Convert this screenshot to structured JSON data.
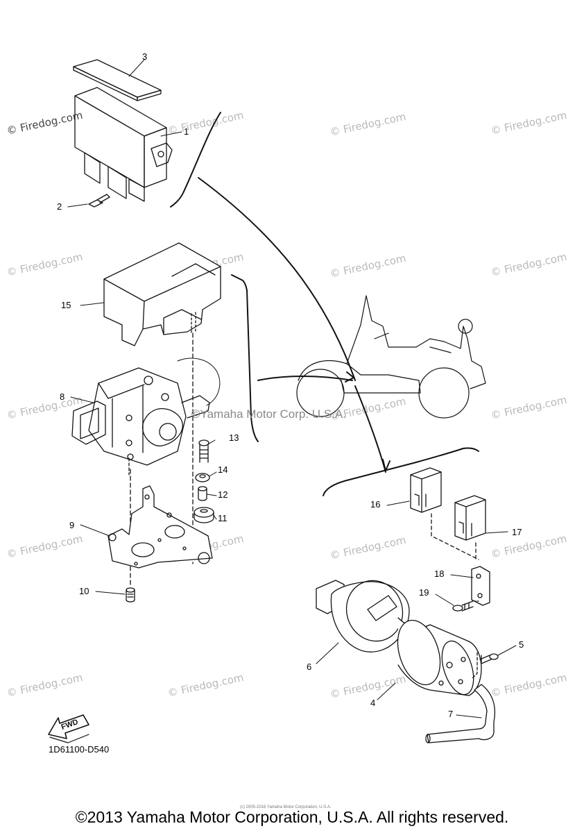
{
  "watermark_text": "© Firedog.com",
  "center_watermark": "©Yamaha Motor Corp. U.S.A.",
  "callouts": [
    "1",
    "2",
    "3",
    "4",
    "5",
    "6",
    "7",
    "8",
    "9",
    "10",
    "11",
    "12",
    "13",
    "14",
    "15",
    "16",
    "17",
    "18",
    "19"
  ],
  "fwd_label": "FWD",
  "diagram_ref": "1D61100-D540",
  "tiny_text": "(c) 2005-2016 Yamaha Motor Corporation, U.S.A.",
  "copyright": "©2013 Yamaha Motor Corporation, U.S.A. All rights reserved.",
  "colors": {
    "line": "#111111",
    "watermark": "#b9b9b9"
  }
}
